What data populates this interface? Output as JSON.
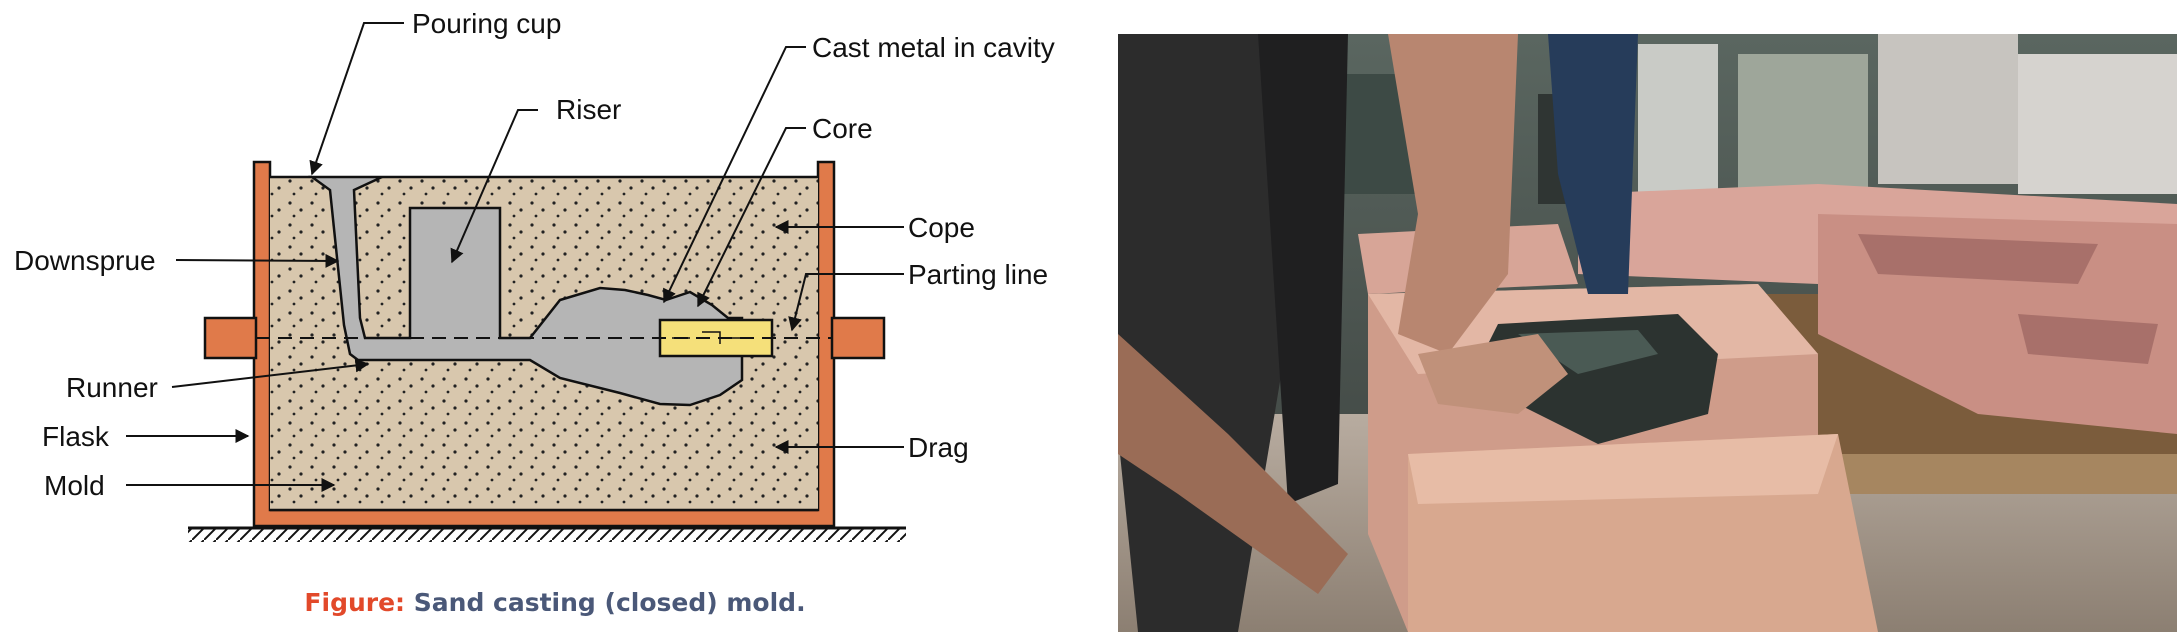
{
  "diagram": {
    "labels": {
      "pouring_cup": "Pouring cup",
      "riser": "Riser",
      "cast_metal": "Cast metal in cavity",
      "core": "Core",
      "cope": "Cope",
      "parting_line": "Parting line",
      "downsprue": "Downsprue",
      "runner": "Runner",
      "flask": "Flask",
      "mold": "Mold",
      "drag": "Drag"
    },
    "caption": {
      "prefix": "Figure:",
      "text": "Sand casting (closed) mold."
    },
    "colors": {
      "flask": "#e07a4a",
      "sand": "#d8c7ad",
      "metal": "#b5b5b5",
      "core": "#f5e07a",
      "caption_prefix": "#e2492a",
      "caption_text": "#4a5878"
    }
  },
  "photo": {
    "subject": "workers assembling a pink sand casting mold in a foundry"
  }
}
